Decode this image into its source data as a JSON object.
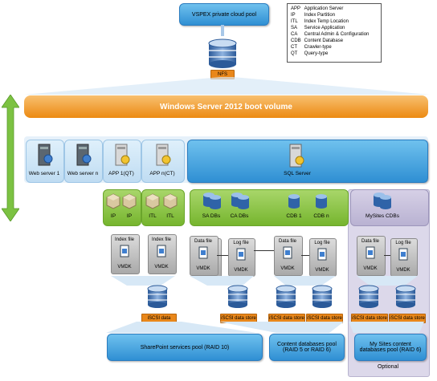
{
  "top_pool": "VSPEX private cloud pool",
  "nfs": "NFS",
  "boot_volume": "Windows Server 2012 boot volume",
  "legend": [
    {
      "abbr": "APP",
      "desc": "Application Server"
    },
    {
      "abbr": "IP",
      "desc": "Index Partition"
    },
    {
      "abbr": "ITL",
      "desc": "Index Temp Location"
    },
    {
      "abbr": "SA",
      "desc": "Service Application"
    },
    {
      "abbr": "CA",
      "desc": "Central Admin & Configuration"
    },
    {
      "abbr": "CDB",
      "desc": "Content Database"
    },
    {
      "abbr": "CT",
      "desc": "Crawler-type"
    },
    {
      "abbr": "QT",
      "desc": "Query-type"
    }
  ],
  "servers": [
    "Web server 1",
    "Web server n",
    "APP 1(QT)",
    "APP n(CT)"
  ],
  "sql_server": "SQL Server",
  "index_tiles": [
    "IP",
    "IP",
    "ITL",
    "ITL"
  ],
  "db_labels": {
    "sa": "SA DBs",
    "ca": "CA DBs",
    "cdb1": "CDB 1",
    "cdbn": "CDB n",
    "mysites": "MySites CDBs"
  },
  "files": {
    "index": "Index file",
    "data": "Data file",
    "log": "Log file",
    "vmdk": "VMDK"
  },
  "iscsi": "iSCSI data store",
  "pools": {
    "sharepoint": "SharePoint services pool (RAID 10)",
    "content_l1": "Content databases pool",
    "content_l2": "(RAID 5 or RAID 6)",
    "mysites_l1": "My Sites content",
    "mysites_l2": "databases pool (RAID 6)"
  },
  "optional": "Optional"
}
